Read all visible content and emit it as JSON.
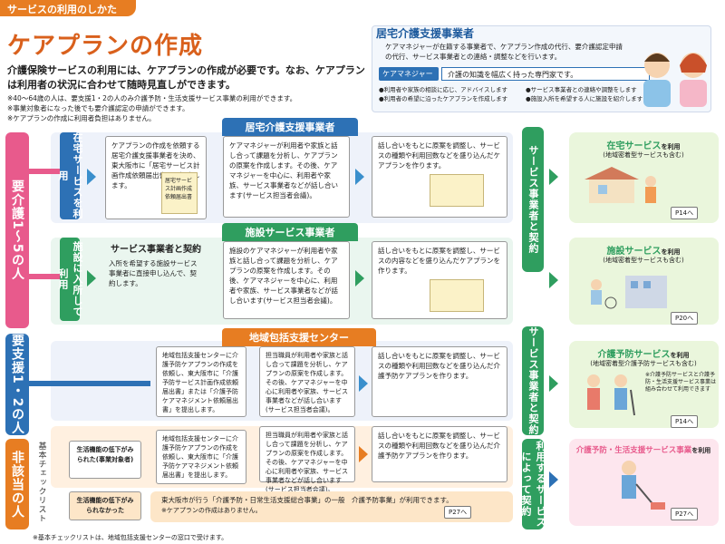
{
  "header": {
    "tag": "サービスの利用のしかた",
    "title": "ケアプランの作成",
    "intro": "介護保険サービスの利用には、ケアプランの作成が必要です。なお、ケアプランは利用者の状況に合わせて随時見直しができます。",
    "notes": [
      "※40～64歳の人は、要支援1・2の人のみ介護予防・生活支援サービス事業の利用ができます。",
      "※事業対象者になった後でも要介護認定の申請ができます。",
      "※ケアプランの作成に利用者負担はありません。"
    ]
  },
  "infobox": {
    "title": "居宅介護支援事業者",
    "desc": "ケアマネジャーが在籍する事業者で、ケアプラン作成の代行、要介護認定申請の代行、サービス事業者との連絡・調整などを行います。",
    "cm_label": "ケアマネジャー",
    "cm_desc": "介護の知識を幅広く持った専門家です。",
    "bullets": [
      "●利用者や家族の相談に応じ、アドバイスします",
      "●利用者の希望に沿ったケアプランを作成します",
      "●サービス事業者との連絡や調整をします",
      "●施設入所を希望する人に施設を紹介します"
    ]
  },
  "left": {
    "yokaigo": "要介護1～5の人",
    "yoshien": "要支援1・2の人",
    "higaito": "非該当の人",
    "zaitaku": "在宅サービスを利用",
    "shisetsu": "施設に入所して利用",
    "kihon": "基本チェックリスト"
  },
  "row1": {
    "head": "居宅介護支援事業者",
    "doc": "ケアプランの作成を依頼する居宅介護支援事業者を決め、東大阪市に「居宅サービス計画作成依頼届出書」を提出します。",
    "paper_text": "居宅サービス計画作成依頼届出書",
    "cm": "ケアマネジャーが利用者や家族と話し合って課題を分析し、ケアプランの原案を作成します。その後、ケアマネジャーを中心に、利用者や家族、サービス事業者などが話し合います(サービス担当者会議)。",
    "talk": "話し合いをもとに原案を調整し、サービスの種類や利用回数などを盛り込んだケアプランを作ります。"
  },
  "row2": {
    "head": "施設サービス事業者",
    "left_title": "サービス事業者と契約",
    "left_desc": "入所を希望する施設サービス事業者に直接申し込んで、契約します。",
    "cm": "施設のケアマネジャーが利用者や家族と話し合って課題を分析し、ケアプランの原案を作成します。その後、ケアマネジャーを中心に、利用者や家族、サービス事業者などが話し合います(サービス担当者会議)。",
    "talk": "話し合いをもとに原案を調整し、サービスの内容などを盛り込んだケアプランを作ります。"
  },
  "row3": {
    "head": "地域包括支援センター",
    "doc": "地域包括支援センターに介護予防ケアプランの作成を依頼し、東大阪市に「介護予防サービス計画作成依頼届出書」または「介護予防ケアマネジメント依頼届出書」を提出します。",
    "cm": "担当職員が利用者や家族と話し合って課題を分析し、ケアプランの原案を作成します。その後、ケアマネジャーを中心に利用者や家族、サービス事業者などが話し合います(サービス担当者会議)。",
    "talk": "話し合いをもとに原案を調整し、サービスの種類や利用回数などを盛り込んだ介護予防ケアプランを作ります。"
  },
  "row4": {
    "a_label": "生活機能の低下がみられた(事業対象者)",
    "b_label": "生活機能の低下がみられなかった",
    "doc": "地域包括支援センターに介護予防ケアプランの作成を依頼し、東大阪市に「介護予防ケアマネジメント依頼届出書」を提出します。",
    "cm": "担当職員が利用者や家族と話し合って課題を分析し、ケアプランの原案を作成します。その後、ケアマネジャーを中心に利用者や家族、サービス事業者などが話し合います(サービス担当者会議)。",
    "talk": "話し合いをもとに原案を調整し、サービスの種類や利用回数などを盛り込んだ介護予防ケアプランを作ります。",
    "general": "東大阪市が行う「介護予防・日常生活支援総合事業」の一般　介護予防事業」が利用できます。",
    "general_note": "※ケアプランの作成はありません。",
    "page": "P27へ"
  },
  "contract1": "サービス事業者と契約",
  "contract2": "サービス事業者と契約",
  "contract3": "利用するサービスによって契約",
  "results": [
    {
      "title": "在宅サービス",
      "suffix": "を利用",
      "sub": "(地域密着型サービスも含む)",
      "page": "P14へ"
    },
    {
      "title": "施設サービス",
      "suffix": "を利用",
      "sub": "(地域密着型サービスも含む)",
      "page": "P20へ"
    },
    {
      "title": "介護予防サービス",
      "suffix": "を利用",
      "sub": "(地域密着型介護予防サービスも含む)",
      "note": "※介護予防サービスと介護予防・生活支援サービス事業は組み合わせて利用できます",
      "page": "P14へ"
    },
    {
      "title": "介護予防・生活支援サービス事業",
      "suffix": "を利用",
      "page": "P27へ"
    }
  ],
  "footnote": "※基本チェックリストは、地域包括支援センターの窓口で受けます。",
  "colors": {
    "orange": "#e77d22",
    "pink": "#e85a8c",
    "blue": "#2d71b5",
    "green": "#2f9e5f",
    "teal": "#3aa58a"
  }
}
